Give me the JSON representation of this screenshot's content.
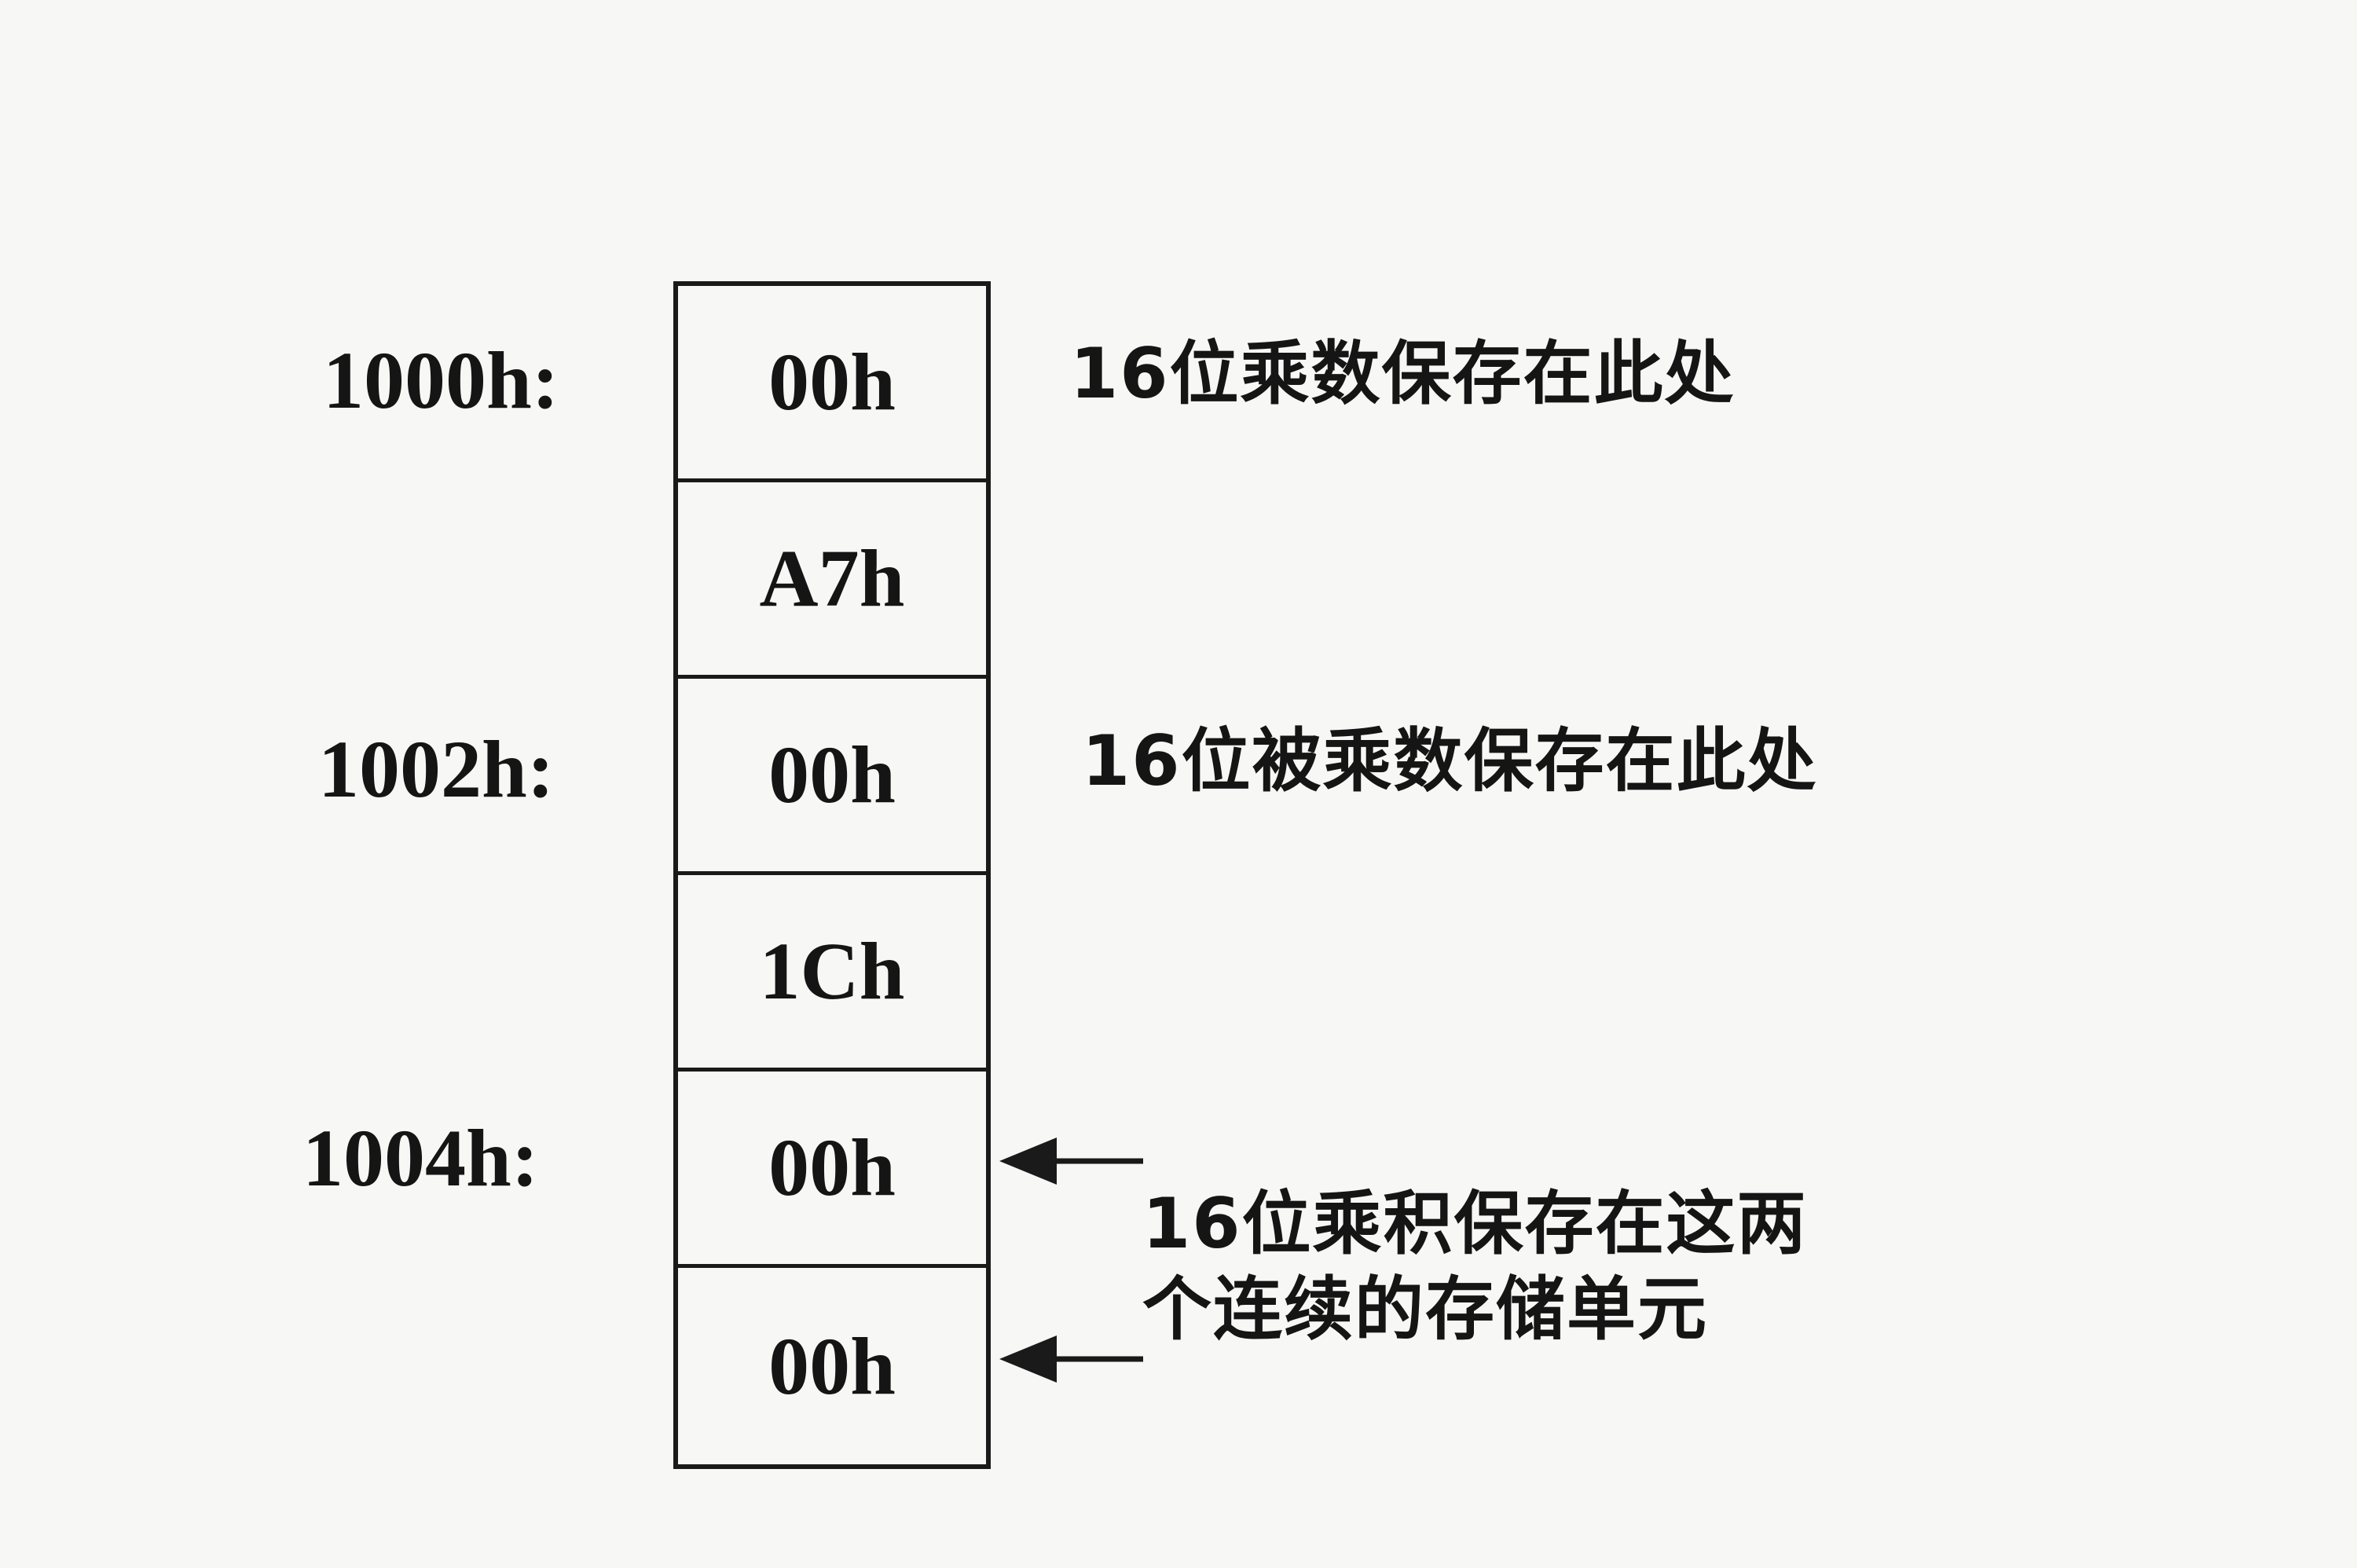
{
  "memory_cells": [
    "00h",
    "A7h",
    "00h",
    "1Ch",
    "00h",
    "00h"
  ],
  "addresses": {
    "a1000": "1000h:",
    "a1002": "1002h:",
    "a1004": "1004h:"
  },
  "notes": {
    "multiplier": "16位乘数保存在此处",
    "multiplicand": "16位被乘数保存在此处",
    "product_line1": "16位乘积保存在这两",
    "product_line2": "个连续的存储单元"
  }
}
